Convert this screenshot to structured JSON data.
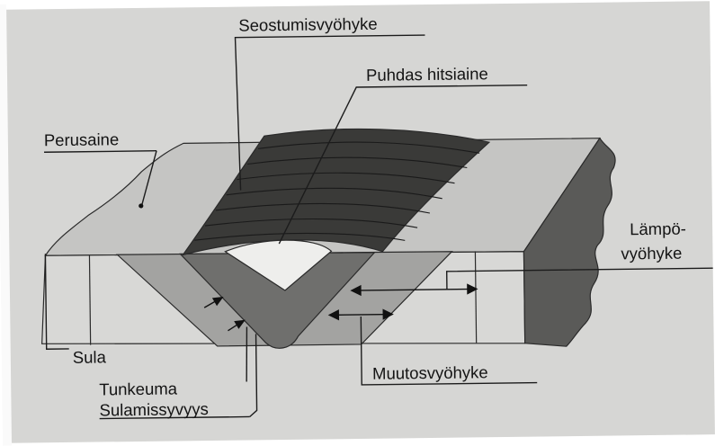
{
  "labels": {
    "seostumisvyohyke": "Seostumisvyöhyke",
    "puhdas_hitsiaine": "Puhdas hitsiaine",
    "perusaine": "Perusaine",
    "lampo_line1": "Lämpö-",
    "lampo_line2": "vyöhyke",
    "sula": "Sula",
    "muutosvyohyke": "Muutosvyöhyke",
    "tunkeuma": "Tunkeuma",
    "sulamissyvyys": "Sulamissyvyys"
  },
  "colors": {
    "page": "#d6d6d4",
    "base_metal_top": "#c5c5c3",
    "front_face": "#d8d8d6",
    "heat_zone": "#a3a3a1",
    "fusion_zone": "#6f6f6d",
    "weld_bead": "#3a3a38",
    "weld_layers": "#202020",
    "groove_root": "#eeeeec",
    "broken_edge": "#5a5a58"
  }
}
